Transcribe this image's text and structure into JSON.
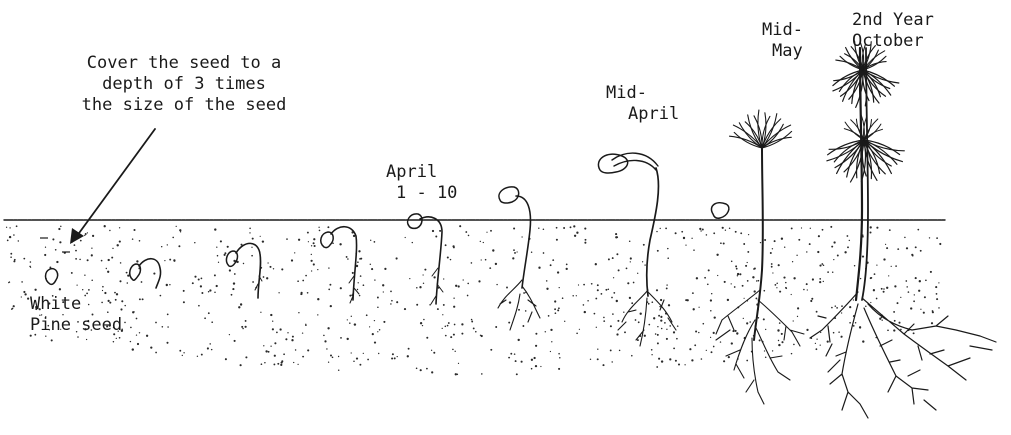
{
  "labels": {
    "instruction": {
      "line1": "Cover the seed to a",
      "line2": "depth of 3 times",
      "line3": "the size of the seed"
    },
    "seed": {
      "line1": "White",
      "line2": "Pine seed"
    },
    "april_early": {
      "line1": "April",
      "line2": "1 - 10"
    },
    "mid_april": {
      "line1": "Mid-",
      "line2": "April"
    },
    "mid_may": {
      "line1": "Mid-",
      "line2": "May"
    },
    "second_year": {
      "line1": "2nd Year",
      "line2": "October"
    }
  },
  "colors": {
    "ink": "#1a1a1a",
    "paper": "#ffffff"
  }
}
